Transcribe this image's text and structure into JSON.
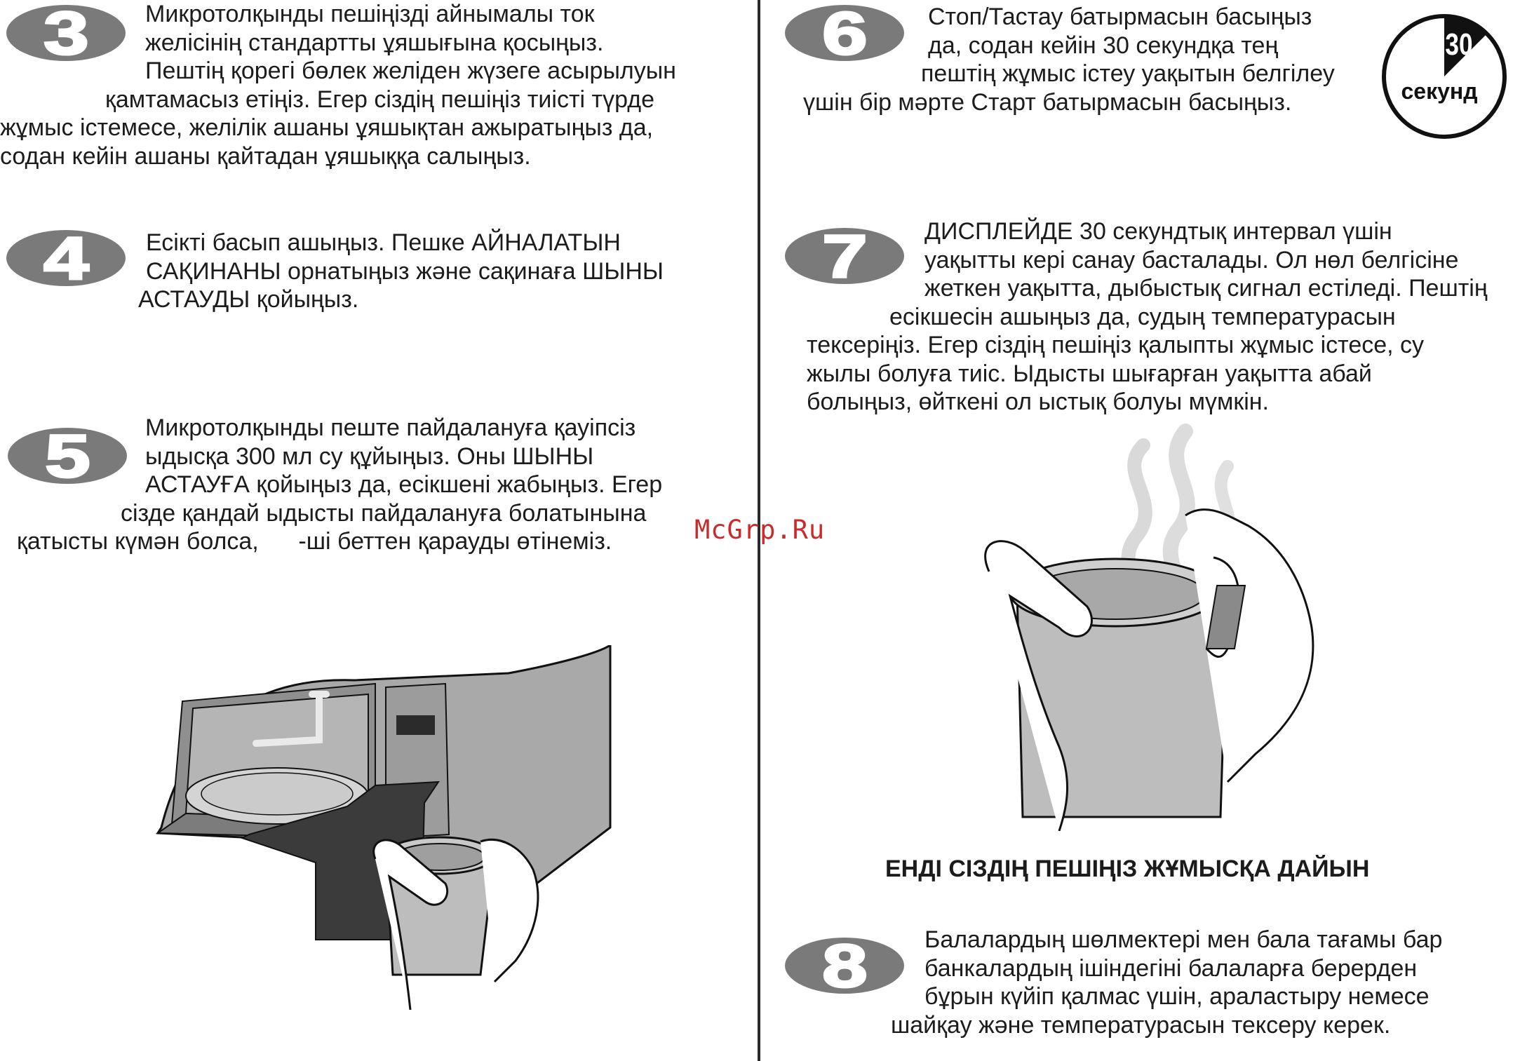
{
  "steps": {
    "s3": {
      "number": "3",
      "lines": [
        "Микротолқынды пешіңізді айнымалы ток",
        "желісінің стандартты ұяшығына қосыңыз.",
        "Пештің қорегі бөлек желіден жүзеге асырылуын",
        "қамтамасыз етіңіз. Егер сіздің пешіңіз тиісті түрде",
        "жұмыс істемесе, желілік ашаны ұяшықтан ажыратыңыз да,",
        "содан кейін ашаны қайтадан ұяшыққа салыңыз."
      ]
    },
    "s4": {
      "number": "4",
      "lines": [
        "Есікті басып ашыңыз. Пешке АЙНАЛАТЫН",
        "САҚИНАНЫ орнатыңыз және сақинаға ШЫНЫ",
        "АСТАУДЫ қойыңыз."
      ]
    },
    "s5": {
      "number": "5",
      "lines": [
        "Микротолқынды пеште пайдалануға қауіпсіз",
        "ыдысқа 300 мл су құйыңыз. Оны ШЫНЫ",
        "АСТАУҒА қойыңыз да, есікшені жабыңыз. Егер",
        "сізде қандай ыдысты пайдалануға болатынына",
        "қатысты күмән болса,      -ші беттен қарауды өтінеміз."
      ]
    },
    "s6": {
      "number": "6",
      "lines": [
        "Стоп/Тастау батырмасын басыңыз",
        "да, содан кейін 30 секундқа тең",
        "пештің жұмыс істеу уақытын белгілеу",
        "үшін бір мәрте Старт батырмасын басыңыз."
      ]
    },
    "s7": {
      "number": "7",
      "lines": [
        "ДИСПЛЕЙДЕ 30 секундтық интервал үшін",
        "уақытты кері санау басталады. Ол нөл белгісіне",
        "жеткен уақытта, дыбыстық сигнал естіледі. Пештің",
        "есікшесін ашыңыз да, судың температурасын",
        "тексеріңіз. Егер сіздің пешіңіз қалыпты жұмыс істесе, су",
        "жылы болуға тиіс. Ыдысты шығарған уақытта абай",
        "болыңыз, өйткені ол ыстық болуы мүмкін."
      ]
    },
    "s8": {
      "number": "8",
      "lines": [
        "Балалардың шөлмектері мен бала тағамы бар",
        "банкалардың ішіндегіні балаларға берерден",
        "бұрын күйіп қалмас үшін, араластыру немесе",
        "шайқау және температурасын тексеру керек."
      ]
    }
  },
  "timer": {
    "value": "30",
    "unit": "секунд",
    "filled_fraction": 0.125
  },
  "ready_heading": "ЕНДІ СІЗДІҢ ПЕШІҢІЗ ЖҰМЫСҚА ДАЙЫН",
  "watermark": "McGrp.Ru",
  "colors": {
    "badge": "#7a7a7a",
    "badge_text": "#ffffff",
    "text": "#1c1c1c",
    "watermark": "#cc2a2a",
    "appliance": "#a9a9a9"
  }
}
